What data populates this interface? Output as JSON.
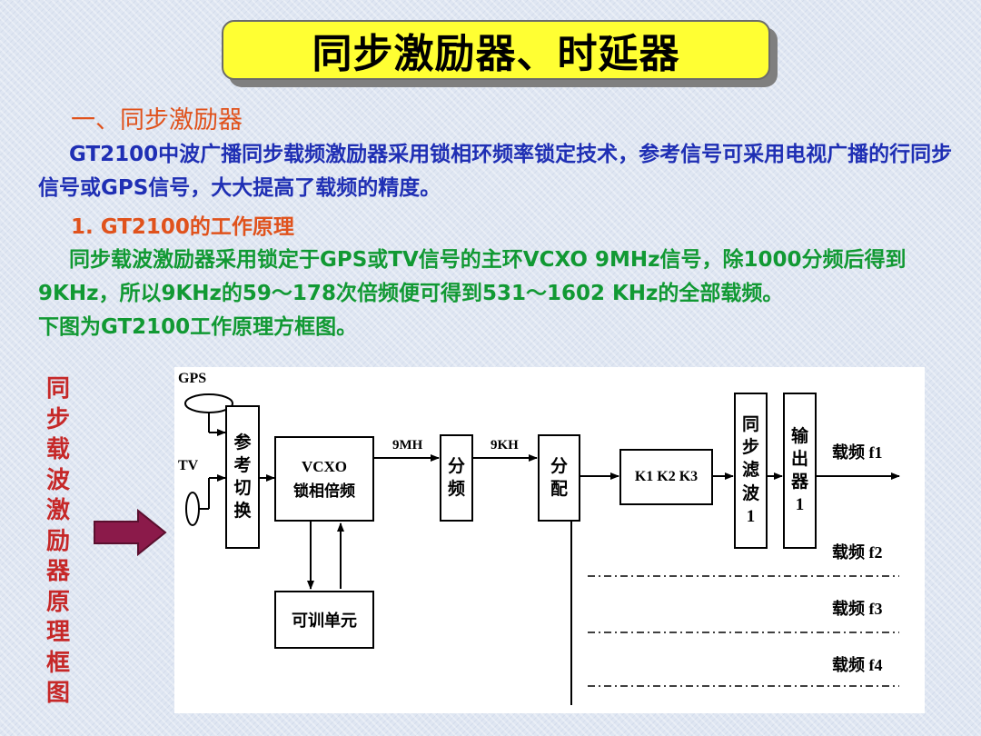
{
  "title": "同步激励器、时延器",
  "section_heading": "一、同步激励器",
  "intro_paragraph": "GT2100中波广播同步载频激励器采用锁相环频率锁定技术，参考信号可采用电视广播的行同步信号或GPS信号，大大提高了载频的精度。",
  "sub_heading": "1. GT2100的工作原理",
  "principle_paragraph": "同步载波激励器采用锁定于GPS或TV信号的主环VCXO 9MHz信号，除1000分频后得到9KHz，所以9KHz的59～178次倍频便可得到531～1602 KHz的全部载频。",
  "diagram_caption": "下图为GT2100工作原理方框图。",
  "side_label": "同步载波激励器原理框图",
  "colors": {
    "title_bg": "#ffff33",
    "heading": "#e0521c",
    "intro_text": "#1f2fb4",
    "principle_text": "#119933",
    "side_label": "#c62828",
    "pointer_arrow": "#8b1a4a"
  },
  "diagram": {
    "inputs": {
      "gps": "GPS",
      "tv": "TV"
    },
    "blocks": {
      "switch": "参考切换",
      "vcxo_line1": "VCXO",
      "vcxo_line2": "锁相倍频",
      "trainable_unit": "可训单元",
      "divider": "分频",
      "distributor": "分配",
      "k_block": "K1 K2 K3",
      "sync_filter": "同步滤波1",
      "output": "输出器1"
    },
    "signal_labels": {
      "mhz": "9MH",
      "khz": "9KH"
    },
    "outputs": [
      "载频 f1",
      "载频 f2",
      "载频 f3",
      "载频 f4"
    ]
  }
}
